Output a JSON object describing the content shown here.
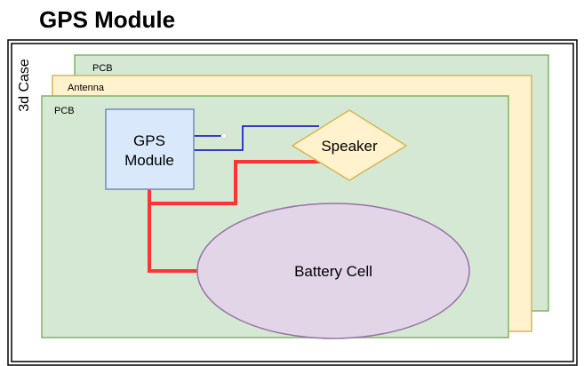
{
  "title": "GPS Module",
  "case": {
    "label": "3d Case"
  },
  "layers": {
    "back_pcb": {
      "label": "PCB",
      "fill": "#d5e8d4",
      "stroke": "#82b366"
    },
    "antenna": {
      "label": "Antenna",
      "fill": "#fff2cc",
      "stroke": "#d6b656"
    },
    "front_pcb": {
      "label": "PCB",
      "fill": "#d5e8d4",
      "stroke": "#82b366"
    }
  },
  "components": {
    "gps": {
      "line1": "GPS",
      "line2": "Module",
      "fill": "#dae8fc",
      "stroke": "#6c8ebf"
    },
    "speaker": {
      "label": "Speaker",
      "fill": "#fff2cc",
      "stroke": "#d6b656"
    },
    "battery": {
      "label": "Battery Cell",
      "fill": "#e1d5e7",
      "stroke": "#9673a6"
    }
  },
  "wires": {
    "signal_color": "#0000cc",
    "power_color": "#ff3333"
  }
}
